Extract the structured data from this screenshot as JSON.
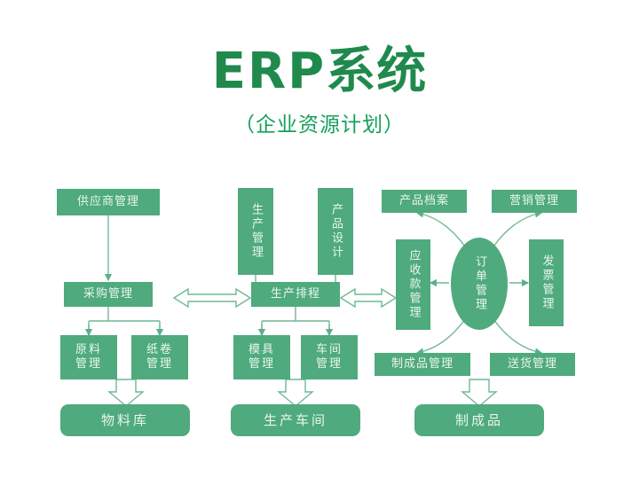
{
  "title": {
    "latin": "ERP",
    "cjk": "系统",
    "subtitle": "（企业资源计划）"
  },
  "colors": {
    "title": "#1f8a4c",
    "subtitle": "#13a05a",
    "node_fill": "#4faa7e",
    "node_text": "#e9f6ee",
    "edge": "#6fb894",
    "background": "#ffffff"
  },
  "diagram": {
    "type": "flowchart",
    "columns": [
      {
        "name": "procurement",
        "nodes": [
          "supplier",
          "purchasing",
          "raw_material",
          "paper_roll",
          "material_warehouse"
        ]
      },
      {
        "name": "production",
        "nodes": [
          "production_mgmt",
          "product_design",
          "production_schedule",
          "mold",
          "workshop",
          "production_workshop"
        ]
      },
      {
        "name": "sales",
        "nodes": [
          "product_archive",
          "marketing",
          "receivable",
          "order_mgmt",
          "invoice",
          "finished_goods_mgmt",
          "delivery",
          "finished_products"
        ]
      }
    ],
    "nodes": {
      "supplier": {
        "label": "供应商管理",
        "shape": "rect"
      },
      "purchasing": {
        "label": "采购管理",
        "shape": "rect"
      },
      "raw_material": {
        "line1": "原料",
        "line2": "管理",
        "shape": "rect"
      },
      "paper_roll": {
        "line1": "纸卷",
        "line2": "管理",
        "shape": "rect"
      },
      "material_warehouse": {
        "label": "物料库",
        "shape": "rounded"
      },
      "production_mgmt": {
        "label": "生产管理",
        "shape": "rect-vertical"
      },
      "product_design": {
        "label": "产品设计",
        "shape": "rect-vertical"
      },
      "production_schedule": {
        "label": "生产排程",
        "shape": "rect"
      },
      "mold": {
        "line1": "模具",
        "line2": "管理",
        "shape": "rect"
      },
      "workshop": {
        "line1": "车间",
        "line2": "管理",
        "shape": "rect"
      },
      "production_workshop": {
        "label": "生产车间",
        "shape": "rounded"
      },
      "product_archive": {
        "label": "产品档案",
        "shape": "rect"
      },
      "marketing": {
        "label": "营销管理",
        "shape": "rect"
      },
      "receivable": {
        "label": "应收款管理",
        "shape": "rect-vertical"
      },
      "order_mgmt": {
        "label": "订单管理",
        "shape": "ellipse-vertical"
      },
      "invoice": {
        "label": "发票管理",
        "shape": "rect-vertical"
      },
      "finished_goods_mgmt": {
        "label": "制成品管理",
        "shape": "rect"
      },
      "delivery": {
        "label": "送货管理",
        "shape": "rect"
      },
      "finished_products": {
        "label": "制成品",
        "shape": "rounded"
      }
    },
    "edges": [
      {
        "from": "supplier",
        "to": "purchasing",
        "style": "line-arrow"
      },
      {
        "from": "purchasing",
        "to": "raw_material",
        "style": "fork-arrow"
      },
      {
        "from": "purchasing",
        "to": "paper_roll",
        "style": "fork-arrow"
      },
      {
        "from": "raw_material",
        "to": "material_warehouse",
        "style": "block-arrow"
      },
      {
        "from": "production_mgmt",
        "to": "production_schedule",
        "style": "merge-arrow"
      },
      {
        "from": "product_design",
        "to": "production_schedule",
        "style": "merge-arrow"
      },
      {
        "from": "production_schedule",
        "to": "mold",
        "style": "fork-arrow"
      },
      {
        "from": "production_schedule",
        "to": "workshop",
        "style": "fork-arrow"
      },
      {
        "from": "mold",
        "to": "production_workshop",
        "style": "block-arrow"
      },
      {
        "from": "purchasing",
        "to": "production_schedule",
        "style": "block-double-arrow"
      },
      {
        "from": "production_schedule",
        "to": "receivable",
        "style": "block-double-arrow"
      },
      {
        "from": "order_mgmt",
        "to": "product_archive",
        "style": "curve-arrow"
      },
      {
        "from": "order_mgmt",
        "to": "marketing",
        "style": "curve-arrow"
      },
      {
        "from": "order_mgmt",
        "to": "receivable",
        "style": "line-arrow"
      },
      {
        "from": "order_mgmt",
        "to": "invoice",
        "style": "line-arrow"
      },
      {
        "from": "order_mgmt",
        "to": "finished_goods_mgmt",
        "style": "curve-arrow"
      },
      {
        "from": "order_mgmt",
        "to": "delivery",
        "style": "curve-arrow"
      },
      {
        "from": "finished_goods_mgmt",
        "to": "finished_products",
        "style": "block-arrow"
      }
    ]
  }
}
